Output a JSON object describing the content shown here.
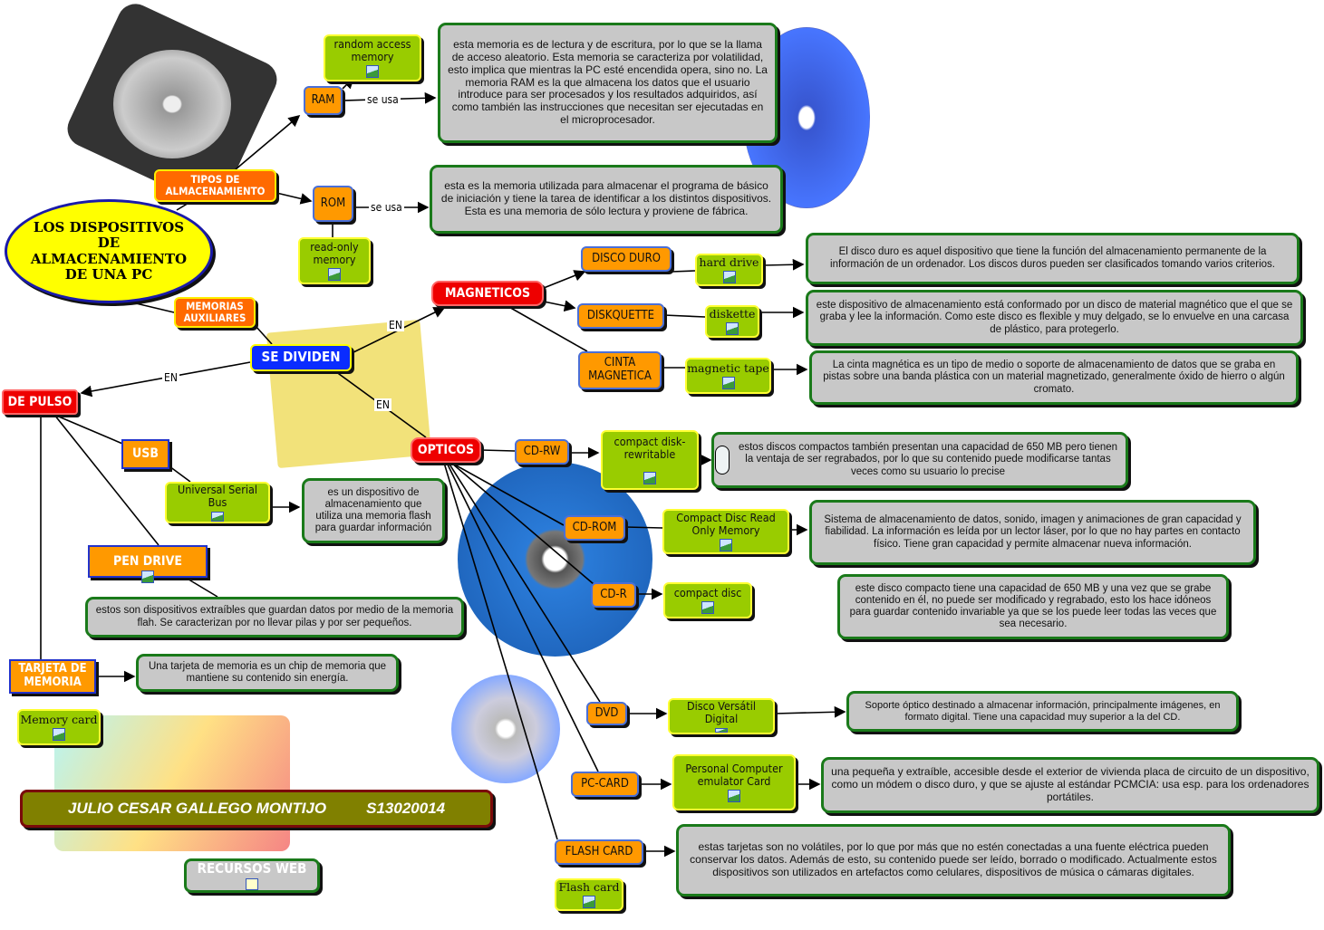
{
  "root": {
    "title": "LOS DISPOSITIVOS DE ALMACENAMIENTO DE UNA PC"
  },
  "tipos": {
    "label": "TIPOS DE ALMACENAMIENTO",
    "ram": {
      "label": "RAM",
      "link": "se usa",
      "name": "random access memory",
      "desc": "esta memoria es de lectura y de escritura, por lo que se la llama de acceso aleatorio.  Esta memoria se caracteriza por volatilidad, esto implica que mientras la PC esté encendida opera, sino no. La memoria RAM es la que almacena  los datos que el usuario introduce para ser procesados  y los resultados adquiridos, así como también las instrucciones que necesitan ser ejecutadas en el microprocesador."
    },
    "rom": {
      "label": "ROM",
      "link": "se usa",
      "name": "read-only memory",
      "desc": "esta es la memoria utilizada para almacenar  el programa de básico de iniciación y  tiene la tarea de identificar a los distintos dispositivos. Esta es una memoria de sólo lectura y proviene de fábrica."
    }
  },
  "auxiliares": {
    "label": "MEMORIAS AUXILIARES",
    "divide": "SE DIVIDEN",
    "en": "EN"
  },
  "magneticos": {
    "label": "MAGNETICOS",
    "items": [
      {
        "label": "DISCO DURO",
        "name": "hard drive",
        "desc": "El disco duro es aquel dispositivo que tiene la función del almacenamiento permanente de la información de un ordenador. Los discos duros pueden ser clasificados tomando varios criterios."
      },
      {
        "label": "DISKQUETTE",
        "name": "diskette",
        "desc": "este dispositivo de almacenamiento  está conformado por un disco de material magnético que el que se graba  y lee la información. Como este disco es flexible y muy delgado, se lo envuelve  en una carcasa de plástico, para protegerlo."
      },
      {
        "label": "CINTA MAGNETICA",
        "name": "magnetic tape",
        "desc": "La cinta magnética es un tipo de medio o soporte de almacenamiento de datos que se graba en pistas sobre una banda plástica con un material magnetizado, generalmente óxido de hierro o algún cromato."
      }
    ]
  },
  "opticos": {
    "label": "OPTICOS",
    "items": [
      {
        "label": "CD-RW",
        "name": "compact disk-rewritable",
        "desc": "estos discos compactos también presentan una capacidad de 650 MB pero tienen la ventaja de ser regrabados, por lo que su contenido puede modificarse tantas veces como su usuario lo precise"
      },
      {
        "label": "CD-ROM",
        "name": "Compact Disc Read Only Memory",
        "desc": "Sistema de almacenamiento de datos, sonido, imagen y animaciones de gran capacidad y fiabilidad. La información es leída por un lector láser, por lo que no hay partes en contacto físico. Tiene gran capacidad y permite almacenar nueva información."
      },
      {
        "label": "CD-R",
        "name": "compact disc",
        "desc": "este disco compacto tiene una capacidad de 650 MB y una vez que se grabe contenido en él, no puede ser modificado y regrabado, esto los hace idóneos para guardar contenido invariable ya que se los puede leer todas las veces que sea necesario."
      },
      {
        "label": "DVD",
        "name": "Disco Versátil Digital",
        "desc": "Soporte óptico destinado a almacenar información, principalmente imágenes, en formato digital. Tiene una capacidad muy superior a la del CD."
      },
      {
        "label": "PC-CARD",
        "name": "Personal Computer emulator Card",
        "desc": "una pequeña y extraíble, accesible desde el exterior de vivienda placa de circuito de un dispositivo, como un módem o disco duro, y que se ajuste al estándar PCMCIA: usa esp. para los ordenadores portátiles."
      },
      {
        "label": "FLASH CARD",
        "name": "Flash card",
        "desc": "estas tarjetas son no volátiles, por lo que por más que no estén conectadas a una fuente eléctrica pueden conservar los datos. Además de esto, su contenido puede ser leído, borrado o modificado. Actualmente estos dispositivos  son utilizados en artefactos como celulares, dispositivos de música o cámaras digitales."
      }
    ]
  },
  "pulso": {
    "label": "DE PULSO",
    "usb": {
      "label": "USB",
      "name": "Universal Serial Bus",
      "desc": "es un dispositivo de almacenamiento que utiliza una memoria flash para guardar información"
    },
    "pen": {
      "label": "PEN DRIVE",
      "desc": "estos son dispositivos extraíbles que guardan datos por medio de la memoria flah. Se caracterizan por no llevar pilas y por ser pequeños."
    },
    "tarjeta": {
      "label": "TARJETA DE MEMORIA",
      "name": "Memory card",
      "desc": "Una tarjeta de memoria es un chip de memoria que mantiene su contenido sin energía."
    }
  },
  "author": {
    "name": "JULIO CESAR GALLEGO MONTIJO",
    "id": "S13020014"
  },
  "recursos": {
    "label": "RECURSOS WEB"
  },
  "colors": {
    "orange": "#ff9900",
    "green": "#99cc00",
    "red": "#ee0000",
    "grey": "#c8c8c8",
    "border": "#1a7a1a",
    "yellow": "#ffff00"
  }
}
